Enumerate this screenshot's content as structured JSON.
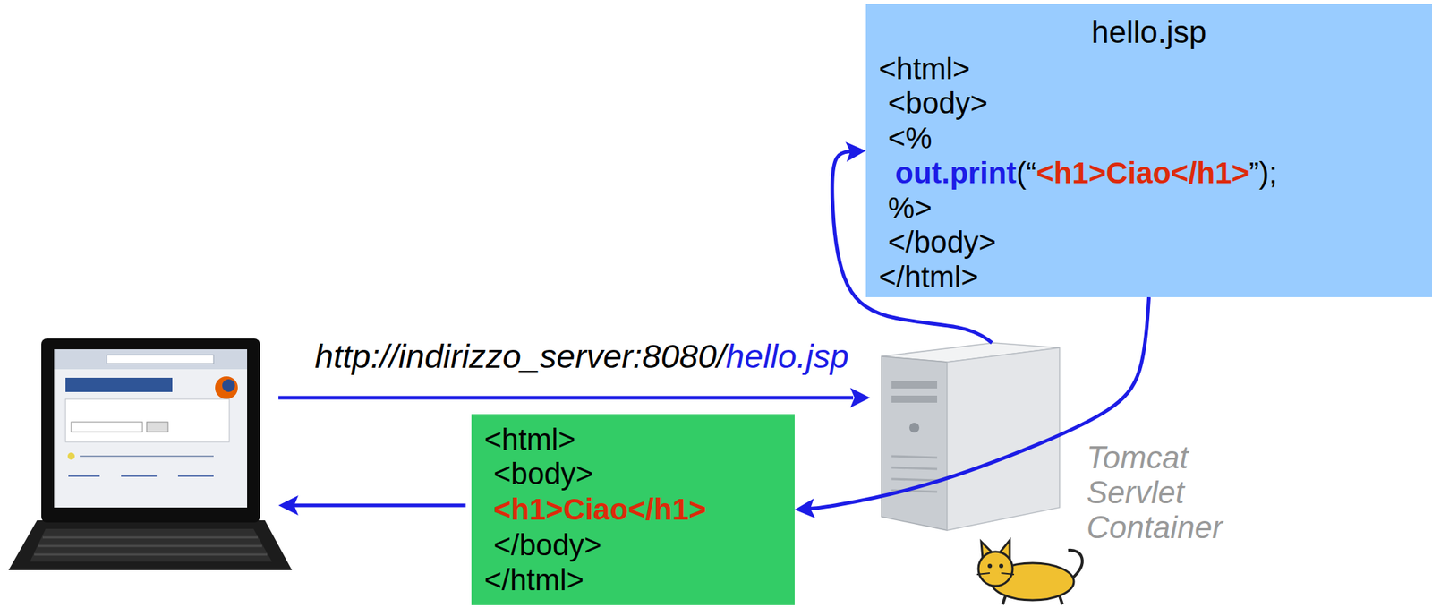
{
  "diagram": {
    "nodes": [
      {
        "text": [
          "hello.jsp",
          "<html>",
          "<body>",
          "<%",
          "out.print",
          "(“",
          "<h1>Ciao</h1>",
          "”);",
          "%>",
          "</body>",
          "</html>"
        ]
      },
      {
        "text": [
          "Tomcat Servlet Container"
        ]
      },
      {
        "text": [
          "<html>",
          "<body>",
          "<h1>Ciao</h1>",
          "</body>",
          "</html>"
        ]
      }
    ],
    "edges": [
      {
        "from": 1,
        "to": 0,
        "arrow": "to"
      },
      {
        "from": 0,
        "to": 2,
        "arrow": "to"
      }
    ],
    "labels": [
      "http://indirizzo_server:8080/",
      "hello.jsp"
    ]
  }
}
